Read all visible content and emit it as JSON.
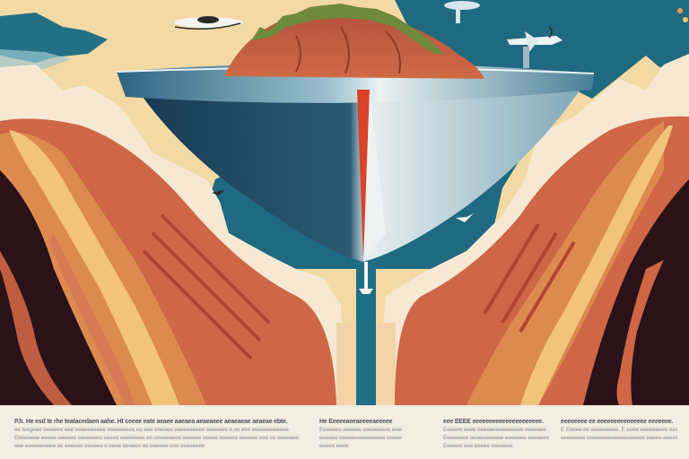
{
  "image": {
    "kind": "retro travel-poster illustration",
    "subject": "floating island with forested red rock above a waterfall between two red canyon walls",
    "palette": {
      "sky_cream": "#f3d9a4",
      "sky_teal": "#1f6a80",
      "cloud_cream": "#f6e8d3",
      "rock_red": "#c9553a",
      "rock_orange": "#dd8a4f",
      "rock_highlight": "#f2c37a",
      "shadow_dark": "#2a1218",
      "island_base_light": "#cfe4ea",
      "island_base_dark": "#25506a",
      "waterfall_red": "#d8432a",
      "forest_green": "#6f8a3c",
      "water_stream": "#1f6f86"
    },
    "objects": [
      "floating-island",
      "forest",
      "waterfall",
      "left-canyon",
      "right-canyon",
      "flying-saucer",
      "airship",
      "airplane",
      "small-aircraft-left",
      "small-aircraft-right",
      "boat"
    ]
  },
  "caption": {
    "columns": [
      {
        "heading": "P.h. He esd te rhe teatacedaen aahe. Ht ceeee eate aeaee aaeaea aeaeaeee aeaeaeae aeaeae ebte.",
        "lines": [
          "ee teegeee teeeeee eee eeeeeeeeee eeeeeeeee ee eee eeeeee eeeeeeeeee eeeeeee e ee eee eeeeeeeeeeee",
          "Eeeeeeee eeeee eeeeee eeeeeeee eeeee eeeeeeee ee eeeeeeeee eeeeee eeeee eeeeee eeeeee eee ee eeeeeee",
          "eee eeeeeeeeee ee eeeeee eeeeee e eeee eeeeee ee eeeeee eee eeeeeeee"
        ]
      },
      {
        "heading": "He Eeeeeaeeaeeeeaeeeee",
        "lines": [
          "Eeeeeee eeeeee eeeeeeeee eeeeeee e",
          "eeeeee eeeeeeeeeeeeeee eeeeee",
          "eeeee eeee."
        ]
      },
      {
        "heading": "eee EEEE eeeeeeeeeeeeeeeeeeeee.",
        "lines": [
          "Eeeeee eeee eeeeeeeeeeeeeee eeeeeee",
          "Eeeeeeee eeeeeeeeeee eeeeeee eeeeeee",
          "Eeeeee eee eeeee eeeeeee"
        ]
      },
      {
        "heading": "eeeeeeee ee eeeeeeeeeeeeeee eeeeeee.",
        "lines": [
          "E Eeeee ee eeeeeeeee. E eeee eeeeeeeee eee e Eeeeeee",
          "eeeeeeee eeeeeeeeeeeeeeeeeee eeeee eeeeeeeeee."
        ]
      }
    ]
  }
}
